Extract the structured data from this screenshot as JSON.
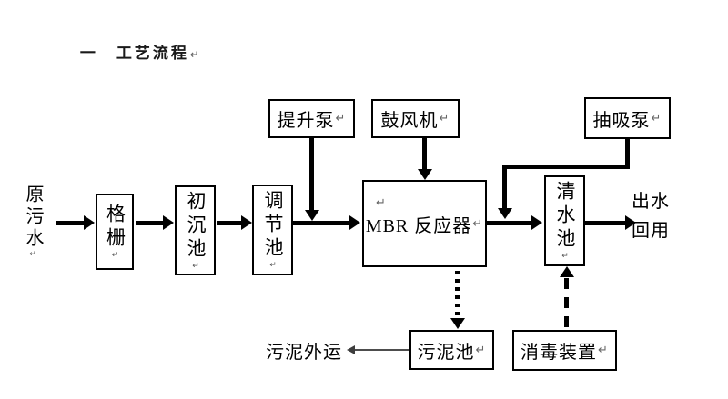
{
  "title": "一　工艺流程",
  "marks": {
    "return": "↵"
  },
  "nodes": {
    "raw_sewage": "原污水",
    "grid": "格栅",
    "primary_tank": "初沉池",
    "regulating_tank": "调节池",
    "lift_pump": "提升泵",
    "blower": "鼓风机",
    "mbr_reactor": "MBR 反应器",
    "suction_pump": "抽吸泵",
    "clean_water_tank": "清水池",
    "effluent_line1": "出水",
    "effluent_line2": "回用",
    "sludge_tank": "污泥池",
    "disinfection_unit": "消毒装置",
    "sludge_disposal": "污泥外运"
  },
  "colors": {
    "background": "#ffffff",
    "line": "#000000",
    "mark": "#666666"
  }
}
